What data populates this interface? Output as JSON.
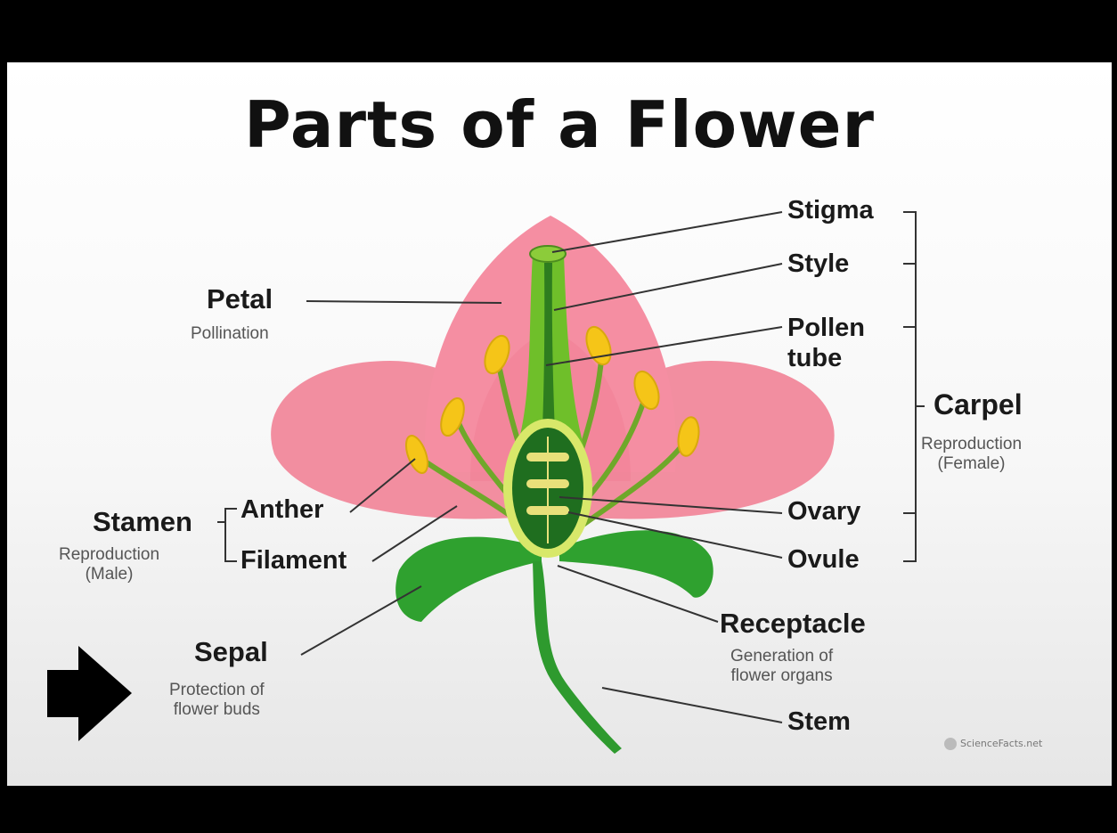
{
  "title": "Parts of a Flower",
  "labels": {
    "stigma": "Stigma",
    "style": "Style",
    "pollen_tube": "Pollen\ntube",
    "carpel": "Carpel",
    "carpel_desc": "Reproduction\n(Female)",
    "petal": "Petal",
    "petal_desc": "Pollination",
    "stamen": "Stamen",
    "stamen_desc": "Reproduction\n(Male)",
    "anther": "Anther",
    "filament": "Filament",
    "ovary": "Ovary",
    "ovule": "Ovule",
    "receptacle": "Receptacle",
    "receptacle_desc": "Generation of\nflower organs",
    "sepal": "Sepal",
    "sepal_desc": "Protection of\nflower buds",
    "stem": "Stem"
  },
  "logo_text": "ScienceFacts.net",
  "icons": {
    "arrow": "arrow-right-icon",
    "logo": "sciencefacts-logo-icon"
  },
  "colors": {
    "petal": "#f4889b",
    "green": "#2f9e2f",
    "dark_green": "#1f6e1f",
    "anther": "#f5c518",
    "background": "#000000"
  }
}
